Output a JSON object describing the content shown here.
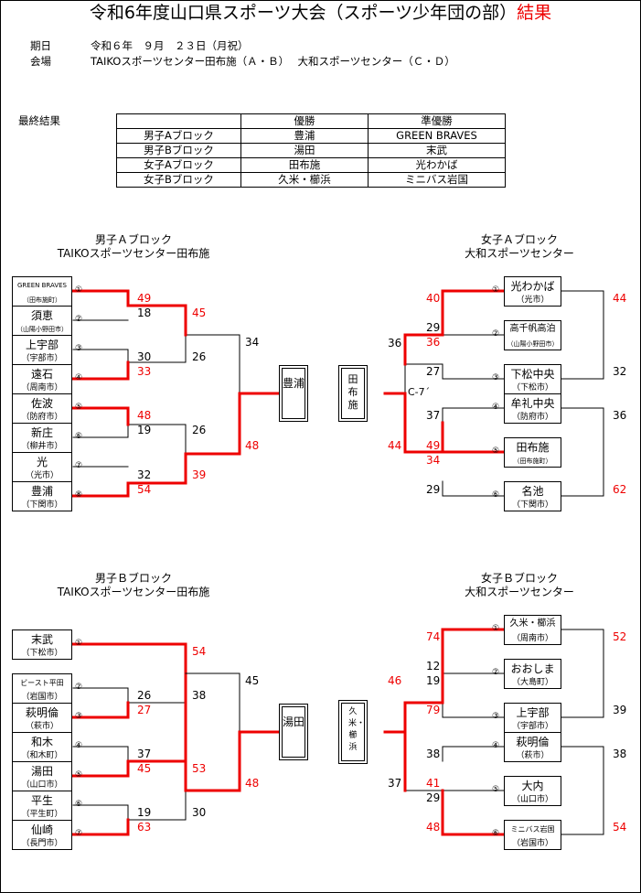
{
  "title": {
    "main": "令和6年度山口県スポーツ大会（スポーツ少年団の部）",
    "red": "結果"
  },
  "info": {
    "date_label": "期日",
    "date_value": "令和６年　９月　２３日（月祝）",
    "venue_label": "会場",
    "venue_value": "TAIKOスポーツセンター田布施（Ａ・Ｂ）　 大和スポーツセンター（Ｃ・Ｄ）"
  },
  "final_label": "最終結果",
  "results": {
    "headers": [
      "",
      "優勝",
      "準優勝"
    ],
    "rows": [
      [
        "男子Aブロック",
        "豊浦",
        "GREEN BRAVES"
      ],
      [
        "男子Bブロック",
        "湯田",
        "末武"
      ],
      [
        "女子Aブロック",
        "田布施",
        "光わかば"
      ],
      [
        "女子Bブロック",
        "久米・櫛浜",
        "ミニバス岩国"
      ]
    ]
  },
  "blocks": {
    "ma": {
      "name": "男子Ａブロック",
      "venue": "TAIKOスポーツセンター田布施",
      "champion": "豊浦",
      "teams": [
        {
          "name": "GREEN BRAVES",
          "city": "（田布施町）",
          "no": "①"
        },
        {
          "name": "須恵",
          "city": "（山陽小野田市）",
          "no": "②"
        },
        {
          "name": "上宇部",
          "city": "（宇部市）",
          "no": "③"
        },
        {
          "name": "遠石",
          "city": "（周南市）",
          "no": "④"
        },
        {
          "name": "佐波",
          "city": "（防府市）",
          "no": "⑤"
        },
        {
          "name": "新庄",
          "city": "（柳井市）",
          "no": "⑥"
        },
        {
          "name": "光",
          "city": "（光市）",
          "no": "⑦"
        },
        {
          "name": "豊浦",
          "city": "（下関市）",
          "no": "⑧"
        }
      ],
      "scores": [
        "49",
        "18",
        "30",
        "33",
        "48",
        "19",
        "32",
        "54",
        "45",
        "26",
        "26",
        "39",
        "34",
        "48"
      ]
    },
    "fa": {
      "name": "女子Ａブロック",
      "venue": "大和スポーツセンター",
      "champion": "田布施",
      "court": "C-7´",
      "teams": [
        {
          "name": "光わかば",
          "city": "（光市）",
          "no": "①"
        },
        {
          "name": "高千帆高泊",
          "city": "（山陽小野田市）",
          "no": "②"
        },
        {
          "name": "下松中央",
          "city": "（下松市）",
          "no": "③"
        },
        {
          "name": "牟礼中央",
          "city": "（防府市）",
          "no": "④"
        },
        {
          "name": "田布施",
          "city": "（田布施町）",
          "no": "⑤"
        },
        {
          "name": "名池",
          "city": "（下関市）",
          "no": "⑥"
        }
      ],
      "scores": [
        "40",
        "36",
        "29",
        "27",
        "36",
        "37",
        "49",
        "34",
        "29",
        "44",
        "44",
        "32",
        "36",
        "62"
      ]
    },
    "mb": {
      "name": "男子Ｂブロック",
      "venue": "TAIKOスポーツセンター田布施",
      "champion": "湯田",
      "teams": [
        {
          "name": "末武",
          "city": "（下松市）",
          "no": "①"
        },
        {
          "name": "ビースト平田",
          "city": "（岩国市）",
          "no": "②"
        },
        {
          "name": "萩明倫",
          "city": "（萩市）",
          "no": "③"
        },
        {
          "name": "和木",
          "city": "（和木町）",
          "no": "④"
        },
        {
          "name": "湯田",
          "city": "（山口市）",
          "no": "⑤"
        },
        {
          "name": "平生",
          "city": "（平生町）",
          "no": "⑥"
        },
        {
          "name": "仙崎",
          "city": "（長門市）",
          "no": "⑦"
        }
      ],
      "scores": [
        "54",
        "26",
        "27",
        "37",
        "45",
        "19",
        "63",
        "38",
        "53",
        "30",
        "45",
        "48"
      ]
    },
    "fb": {
      "name": "女子Ｂブロック",
      "venue": "大和スポーツセンター",
      "champion": "久米・櫛浜",
      "teams": [
        {
          "name": "久米・櫛浜",
          "city": "（周南市）",
          "no": "①"
        },
        {
          "name": "おおしま",
          "city": "（大島町）",
          "no": "②"
        },
        {
          "name": "上宇部",
          "city": "（宇部市）",
          "no": "③"
        },
        {
          "name": "萩明倫",
          "city": "（萩市）",
          "no": "④"
        },
        {
          "name": "大内",
          "city": "（山口市）",
          "no": "⑤"
        },
        {
          "name": "ミニバス岩国",
          "city": "（岩国市）",
          "no": "⑥"
        }
      ],
      "scores": [
        "74",
        "12",
        "19",
        "79",
        "46",
        "38",
        "41",
        "29",
        "48",
        "37",
        "52",
        "39",
        "38",
        "54"
      ]
    }
  },
  "colors": {
    "winner_line": "#ee0000",
    "line": "#000000"
  }
}
